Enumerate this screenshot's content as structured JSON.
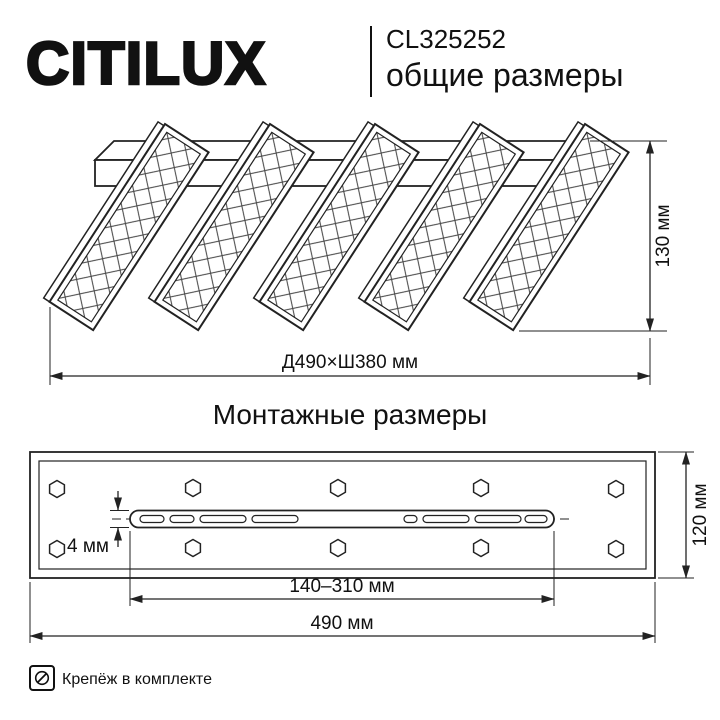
{
  "header": {
    "brand": "CITILUX",
    "model": "CL325252",
    "subtitle": "общие размеры"
  },
  "overall_drawing": {
    "height_dim": "130 мм",
    "footprint_dim": "Д490×Ш380 мм"
  },
  "mounting_drawing": {
    "title": "Монтажные размеры",
    "rail_thickness_dim": "4 мм",
    "plate_height_dim": "120 мм",
    "slot_span_dim": "140–310 мм",
    "plate_width_dim": "490 мм"
  },
  "footer": {
    "icon": "screw-in-box-icon",
    "note": "Крепёж в комплекте"
  },
  "colors": {
    "ink": "#111111",
    "line": "#222222",
    "background": "#ffffff"
  }
}
